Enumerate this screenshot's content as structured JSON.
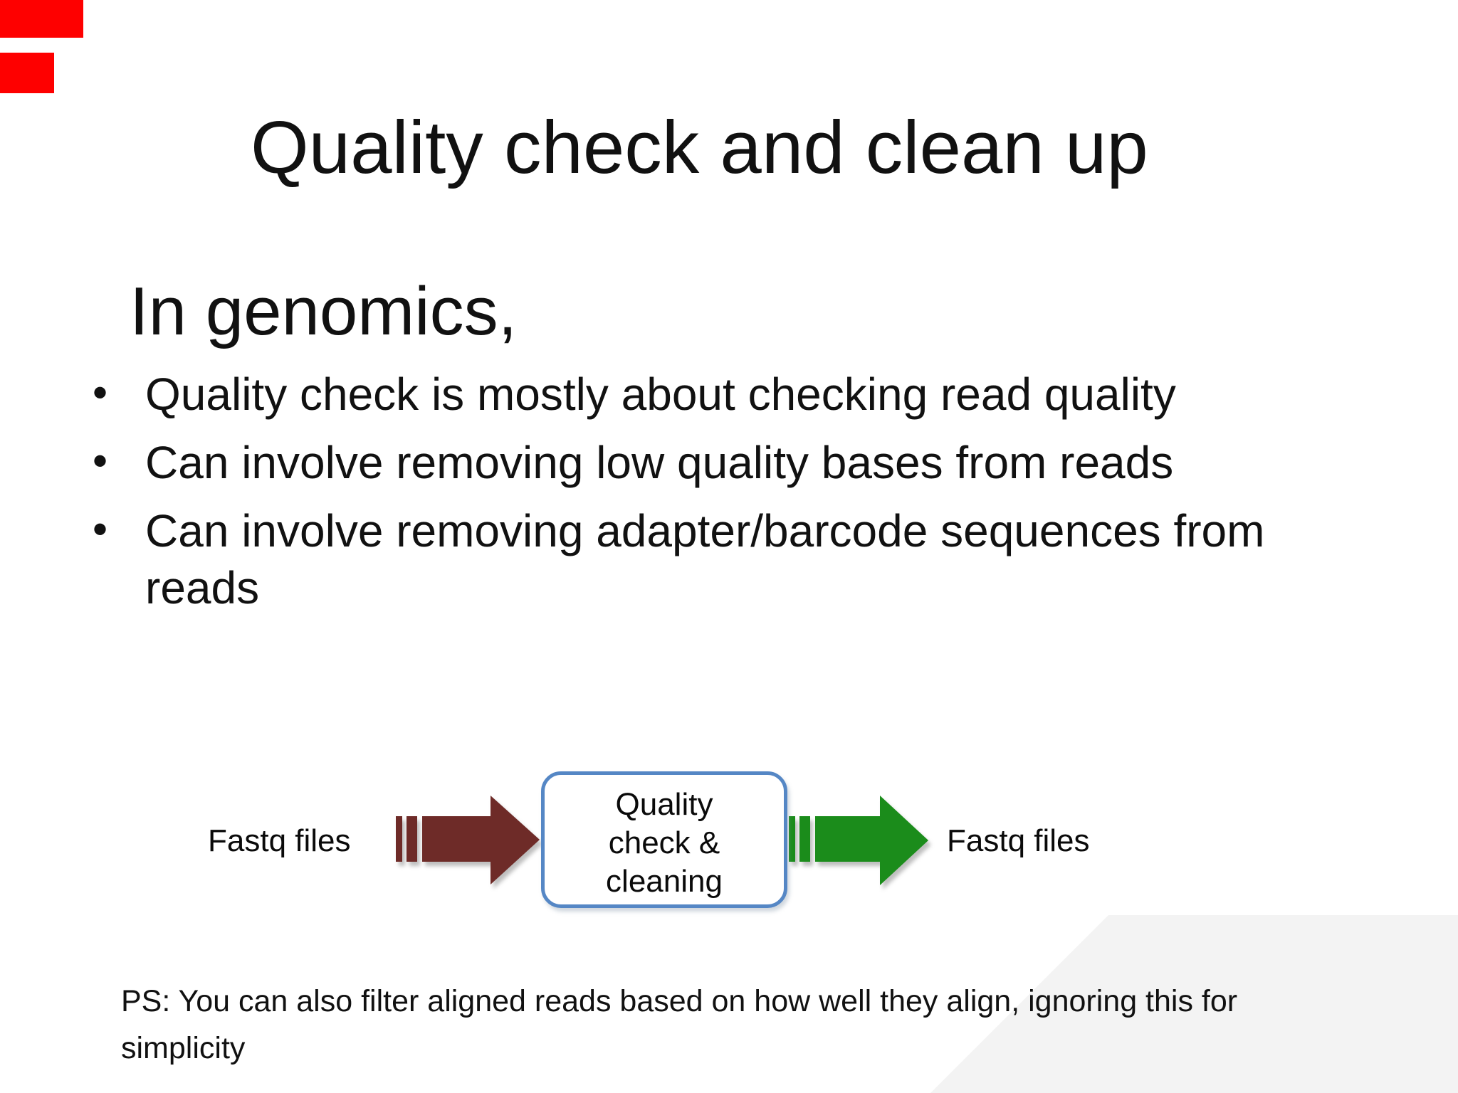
{
  "slide": {
    "title": "Quality check and clean up",
    "heading": "In genomics,",
    "bullets": [
      {
        "text": "Quality check is mostly about checking read quality"
      },
      {
        "text": "Can involve removing low quality bases from reads"
      },
      {
        "text": "Can involve removing adapter/barcode sequences from",
        "text2": "reads"
      }
    ],
    "diagram": {
      "input_label": "Fastq files",
      "output_label": "Fastq files",
      "process_line1": "Quality",
      "process_line2": "check &",
      "process_line3": "cleaning",
      "colors": {
        "input_arrow": "#6e2b28",
        "output_arrow": "#1b8c1b",
        "box_border": "#5587c5",
        "corner_marker": "#fe0000"
      }
    },
    "ps_note": {
      "line1": "PS: You can also filter aligned reads based on how well they align, ignoring this for",
      "line2": "simplicity"
    }
  }
}
